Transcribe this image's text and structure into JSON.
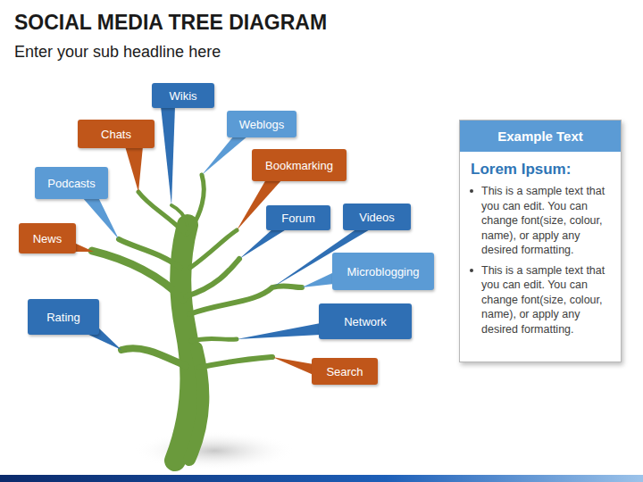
{
  "diagram": {
    "title": "SOCIAL MEDIA TREE DIAGRAM",
    "nodes": [
      {
        "text": [
          "Wikis"
        ]
      },
      {
        "text": [
          "Chats"
        ]
      },
      {
        "text": [
          "Weblogs"
        ]
      },
      {
        "text": [
          "Bookmarking"
        ]
      },
      {
        "text": [
          "Podcasts"
        ]
      },
      {
        "text": [
          "Forum"
        ]
      },
      {
        "text": [
          "Videos"
        ]
      },
      {
        "text": [
          "News"
        ]
      },
      {
        "text": [
          "Microblogging"
        ]
      },
      {
        "text": [
          "Rating"
        ]
      },
      {
        "text": [
          "Network"
        ]
      },
      {
        "text": [
          "Search"
        ]
      },
      {
        "text": [
          "Example Text",
          "Lorem Ipsum:",
          "This is a sample text that you can edit. You can change font(size, colour, name), or apply any desired formatting.",
          "This is a sample text that you can edit. You can change font(size, colour, name), or apply any desired formatting."
        ]
      }
    ],
    "labels": [
      "Enter your sub headline here"
    ]
  }
}
